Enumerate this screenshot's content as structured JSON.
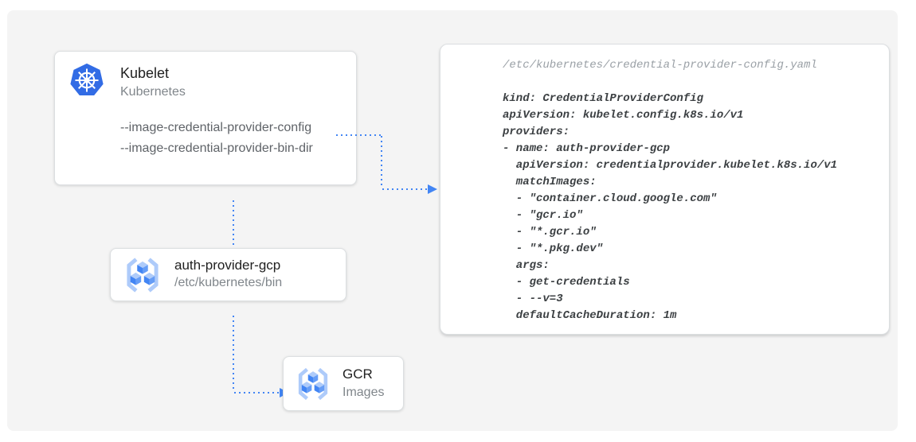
{
  "diagram": {
    "kubelet_card": {
      "icon": "kubernetes-helm-icon",
      "title": "Kubelet",
      "subtitle": "Kubernetes",
      "flags": [
        "--image-credential-provider-config",
        "--image-credential-provider-bin-dir"
      ]
    },
    "auth_provider_card": {
      "icon": "container-registry-icon",
      "title": "auth-provider-gcp",
      "subtitle": "/etc/kubernetes/bin"
    },
    "gcr_card": {
      "icon": "container-registry-icon",
      "title": "GCR",
      "subtitle": "Images"
    },
    "code_panel": {
      "filename": "/etc/kubernetes/credential-provider-config.yaml",
      "code": "kind: CredentialProviderConfig\napiVersion: kubelet.config.k8s.io/v1\nproviders:\n- name: auth-provider-gcp\n  apiVersion: credentialprovider.kubelet.k8s.io/v1\n  matchImages:\n  - \"container.cloud.google.com\"\n  - \"gcr.io\"\n  - \"*.gcr.io\"\n  - \"*.pkg.dev\"\n  args:\n  - get-credentials\n  - --v=3\n  defaultCacheDuration: 1m"
    },
    "colors": {
      "arrow_blue": "#4285f4",
      "kubernetes_blue": "#326ce5",
      "registry_bracket_blue": "#aecbfa",
      "registry_cube_top": "#aecbfa",
      "registry_cube_left": "#4285f4",
      "registry_cube_right": "#669df6",
      "canvas_background": "#f4f4f4",
      "card_border": "#dcdfe1",
      "title_text": "#212121",
      "muted_text": "#80868b",
      "flag_text": "#5f6368",
      "code_text": "#3c4043",
      "code_filename_text": "#9aa0a6"
    }
  }
}
